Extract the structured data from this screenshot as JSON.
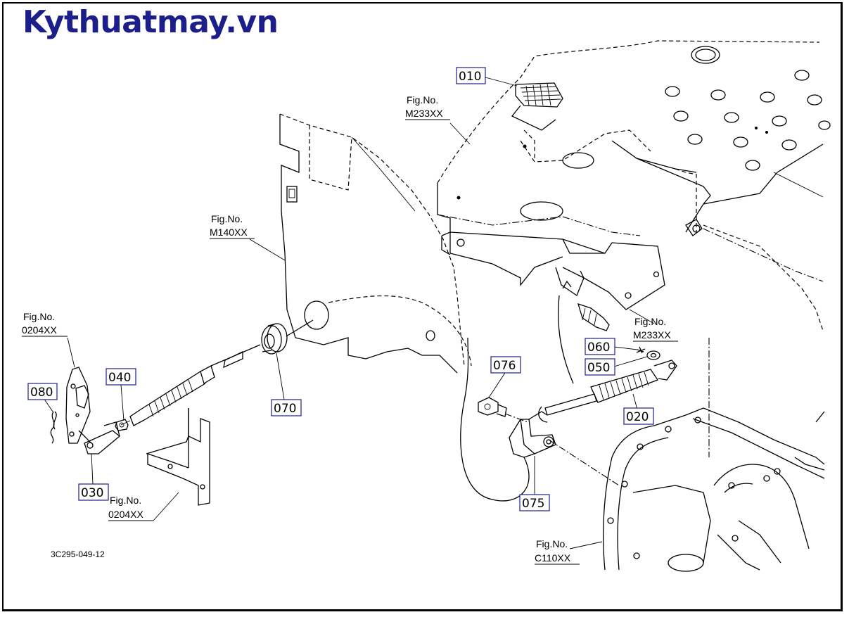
{
  "brand": {
    "text": "Kythuatmay.vn",
    "color": "#1c1f8a"
  },
  "drawing_code": "3C295-049-12",
  "fig_refs": [
    {
      "line1": "Fig.No.",
      "line2": "M233XX"
    },
    {
      "line1": "Fig.No.",
      "line2": "M140XX"
    },
    {
      "line1": "Fig.No.",
      "line2": "0204XX"
    },
    {
      "line1": "Fig.No.",
      "line2": "0204XX"
    },
    {
      "line1": "Fig.No.",
      "line2": "M233XX"
    },
    {
      "line1": "Fig.No.",
      "line2": "C110XX"
    }
  ],
  "parts": [
    "010",
    "080",
    "040",
    "030",
    "070",
    "076",
    "060",
    "050",
    "020",
    "075"
  ]
}
